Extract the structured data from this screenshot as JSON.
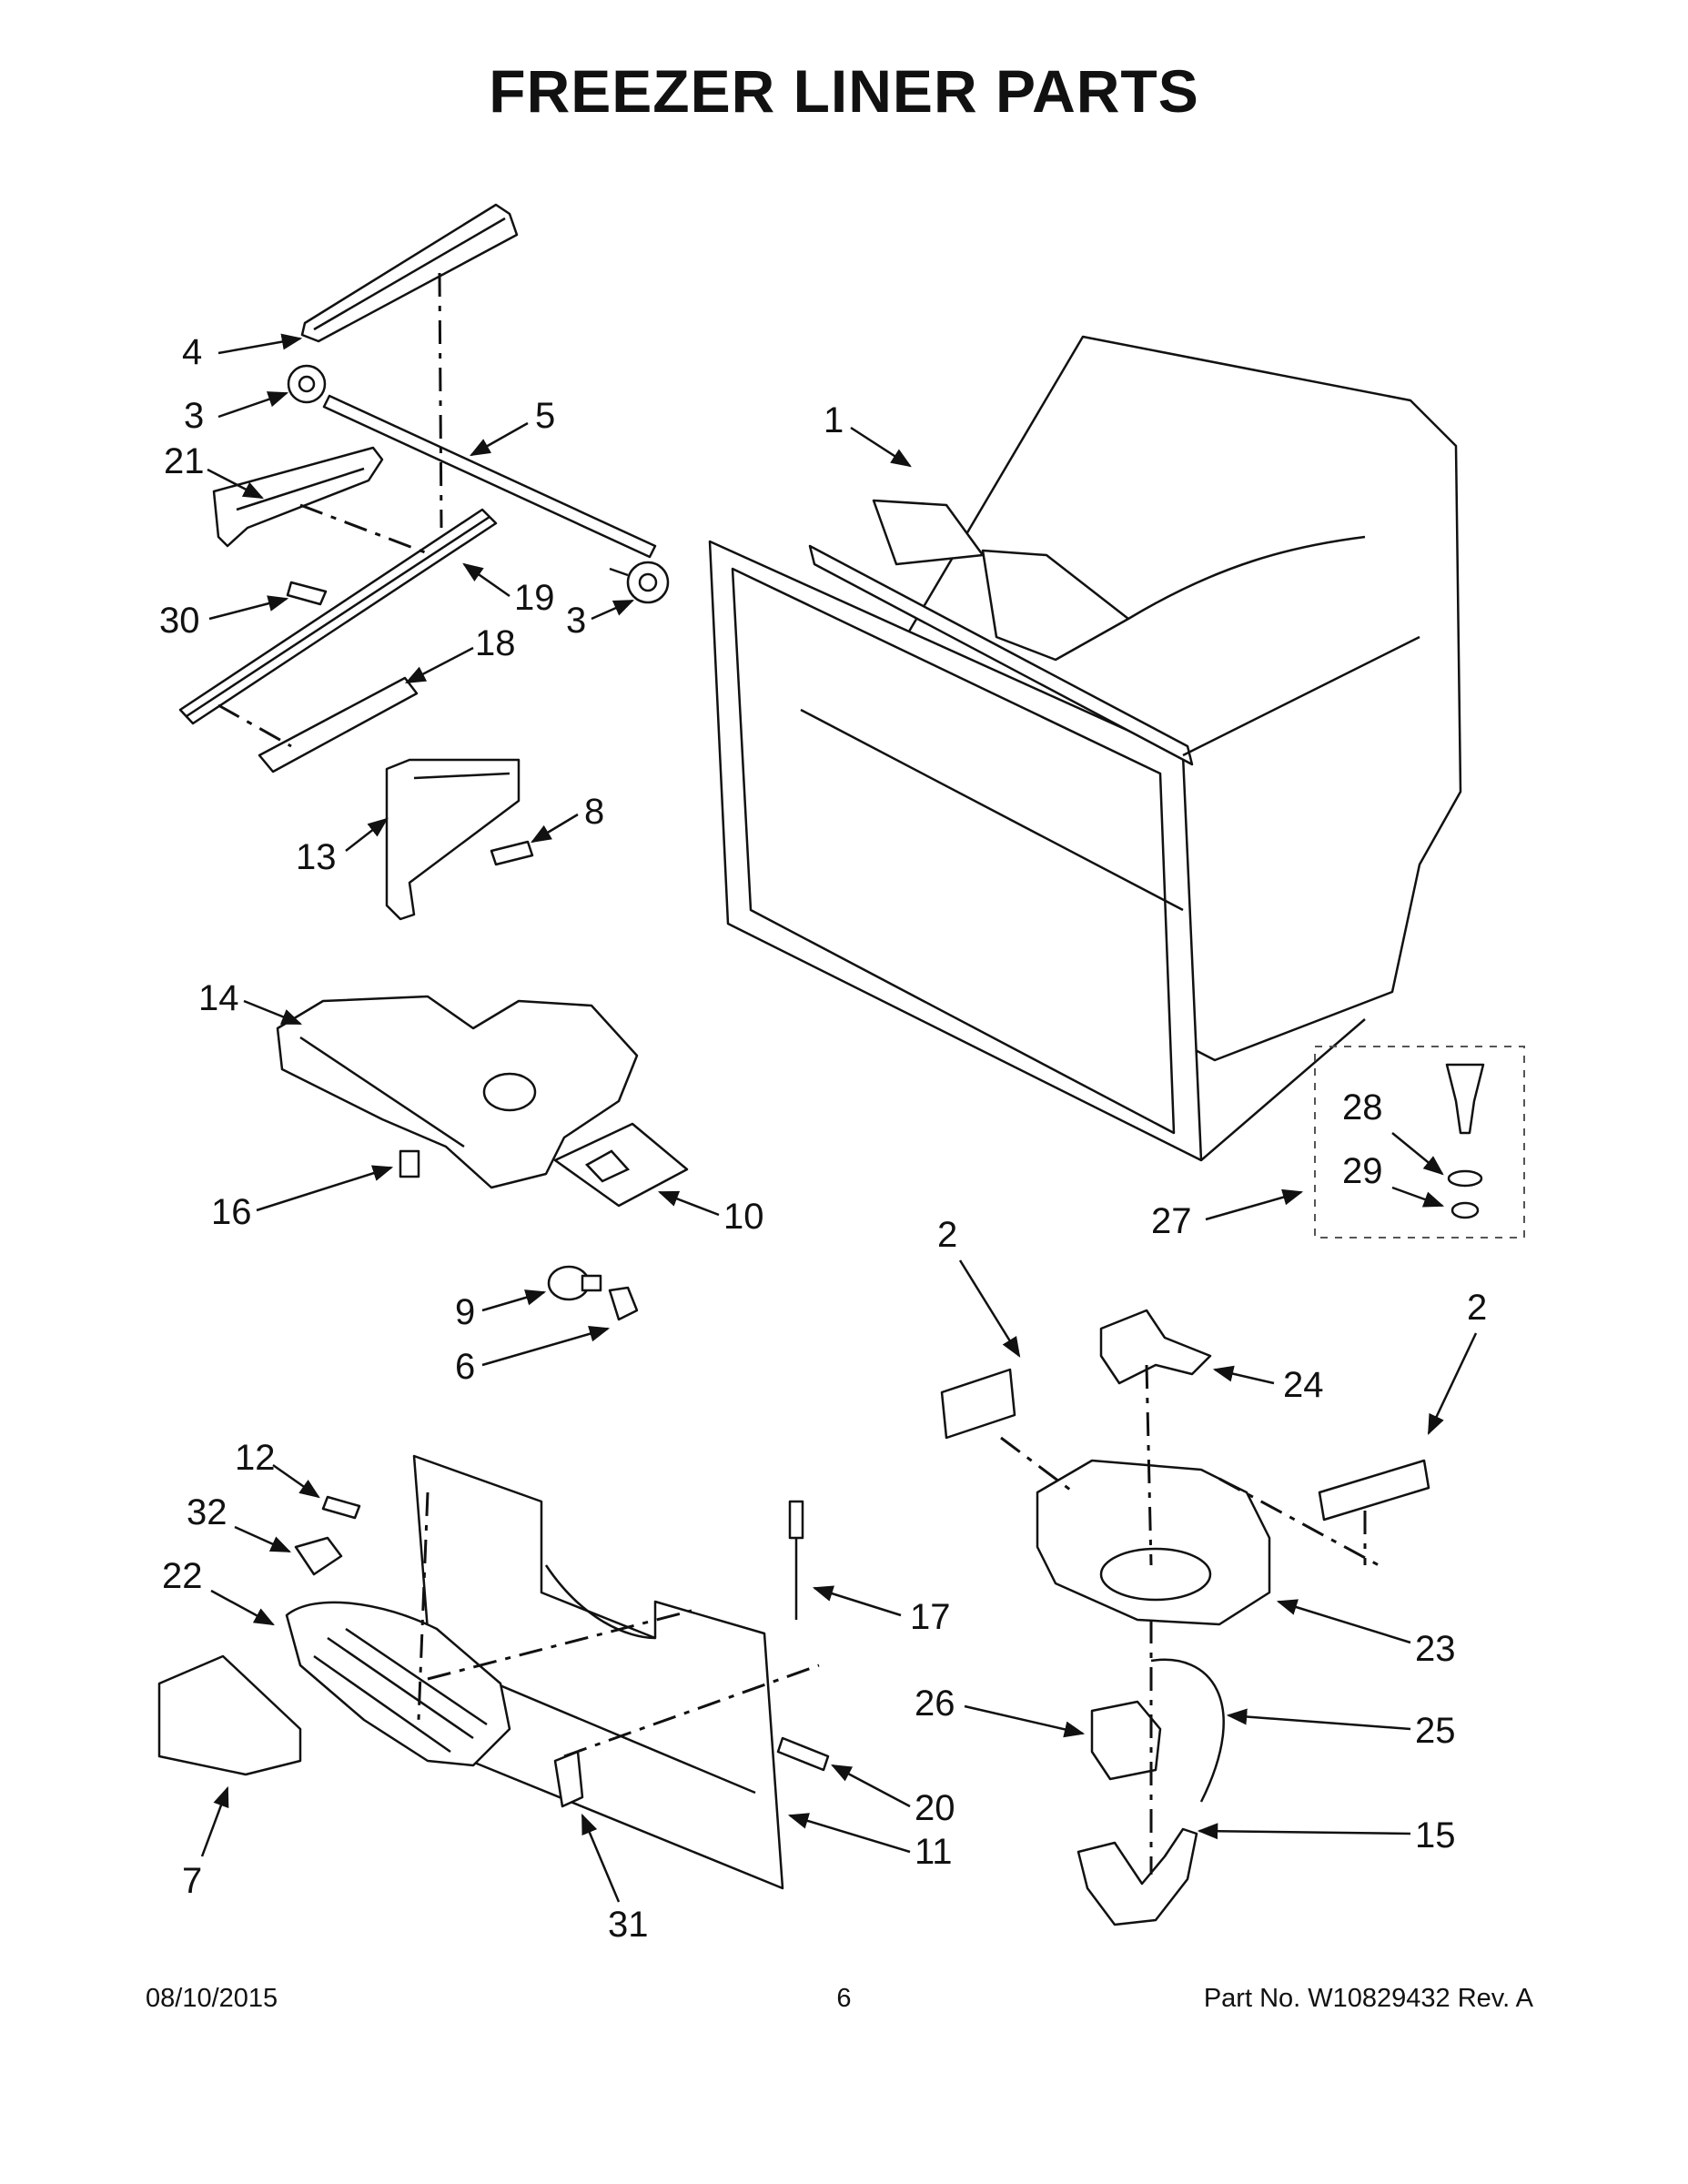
{
  "title": "FREEZER LINER PARTS",
  "footer": {
    "date": "08/10/2015",
    "page": "6",
    "part_no": "Part No.  W10829432  Rev.  A"
  },
  "callouts": {
    "c1": "1",
    "c2a": "2",
    "c2b": "2",
    "c3a": "3",
    "c3b": "3",
    "c4": "4",
    "c5": "5",
    "c6": "6",
    "c7": "7",
    "c8": "8",
    "c9": "9",
    "c10": "10",
    "c11": "11",
    "c12": "12",
    "c13": "13",
    "c14": "14",
    "c15": "15",
    "c16": "16",
    "c17": "17",
    "c18": "18",
    "c19": "19",
    "c20": "20",
    "c21": "21",
    "c22": "22",
    "c23": "23",
    "c24": "24",
    "c25": "25",
    "c26": "26",
    "c27": "27",
    "c28": "28",
    "c29": "29",
    "c30": "30",
    "c31": "31",
    "c32": "32"
  }
}
